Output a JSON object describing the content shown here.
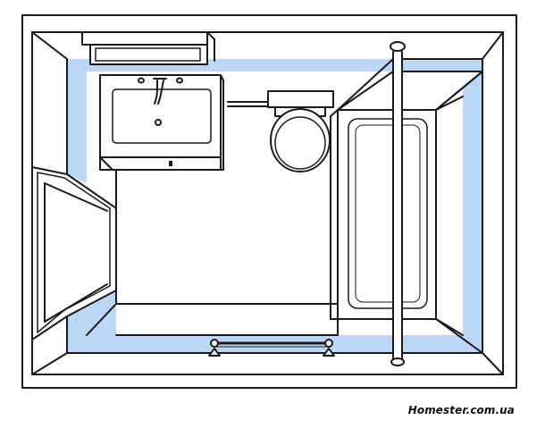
{
  "watermark": {
    "text": "Homester.com.ua"
  },
  "colors": {
    "background": "#ffffff",
    "line": "#1a1a1a",
    "accent_band": "#bcd6f5"
  },
  "fixtures": [
    "sink-vanity",
    "mirror-cabinet",
    "toilet",
    "bathtub",
    "shower-curtain-rod",
    "towel-bar",
    "door"
  ]
}
